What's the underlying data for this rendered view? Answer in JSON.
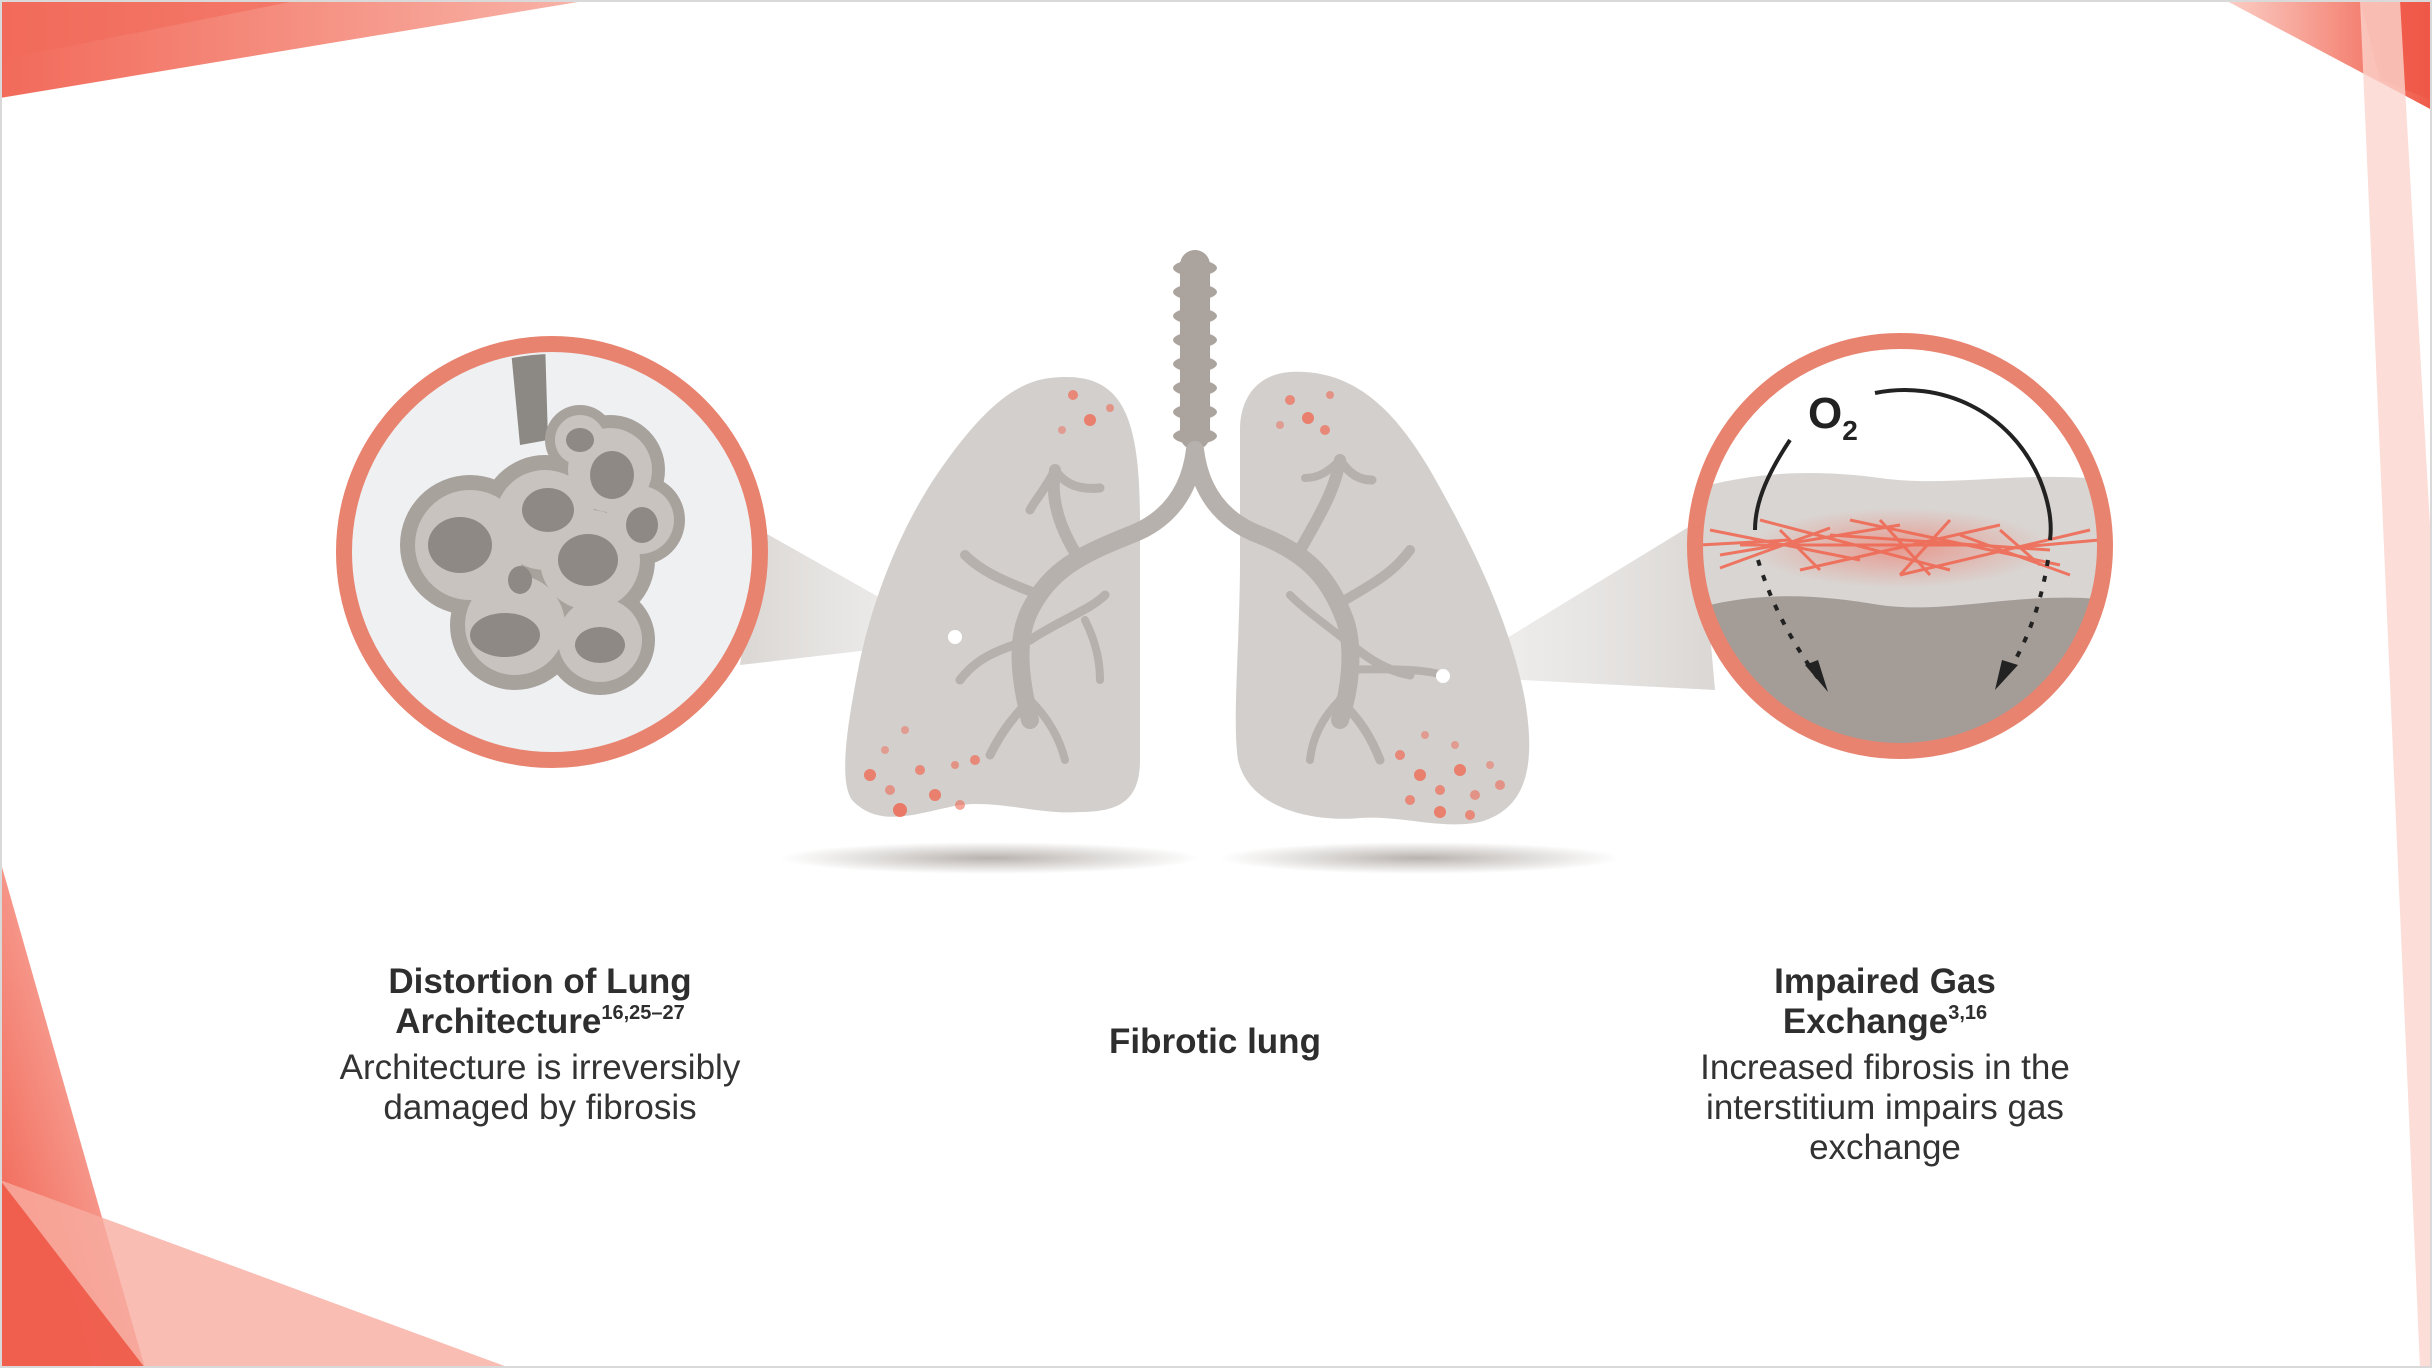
{
  "left_panel": {
    "title_line1": "Distortion of Lung",
    "title_line2": "Architecture",
    "title_refs": "16,25–27",
    "body_line1": "Architecture is irreversibly",
    "body_line2": "damaged by fibrosis"
  },
  "center_panel": {
    "label": "Fibrotic lung"
  },
  "right_panel": {
    "o2_letter": "O",
    "o2_sub": "2",
    "title_line1": "Impaired Gas",
    "title_line2": "Exchange",
    "title_refs": "3,16",
    "body_line1": "Increased fibrosis in the",
    "body_line2": "interstitium impairs gas",
    "body_line3": "exchange"
  },
  "colors": {
    "accent_ring": "#e8836f",
    "fibrosis": "#ef6a55",
    "lung_fill": "#d3cfcc",
    "airway": "#b7b1ad",
    "corner_red": "#f26a5a"
  },
  "icons": [
    "alveoli-cluster-icon",
    "lung-icon",
    "trachea-icon",
    "gas-exchange-icon",
    "oxygen-arrow-icon"
  ]
}
